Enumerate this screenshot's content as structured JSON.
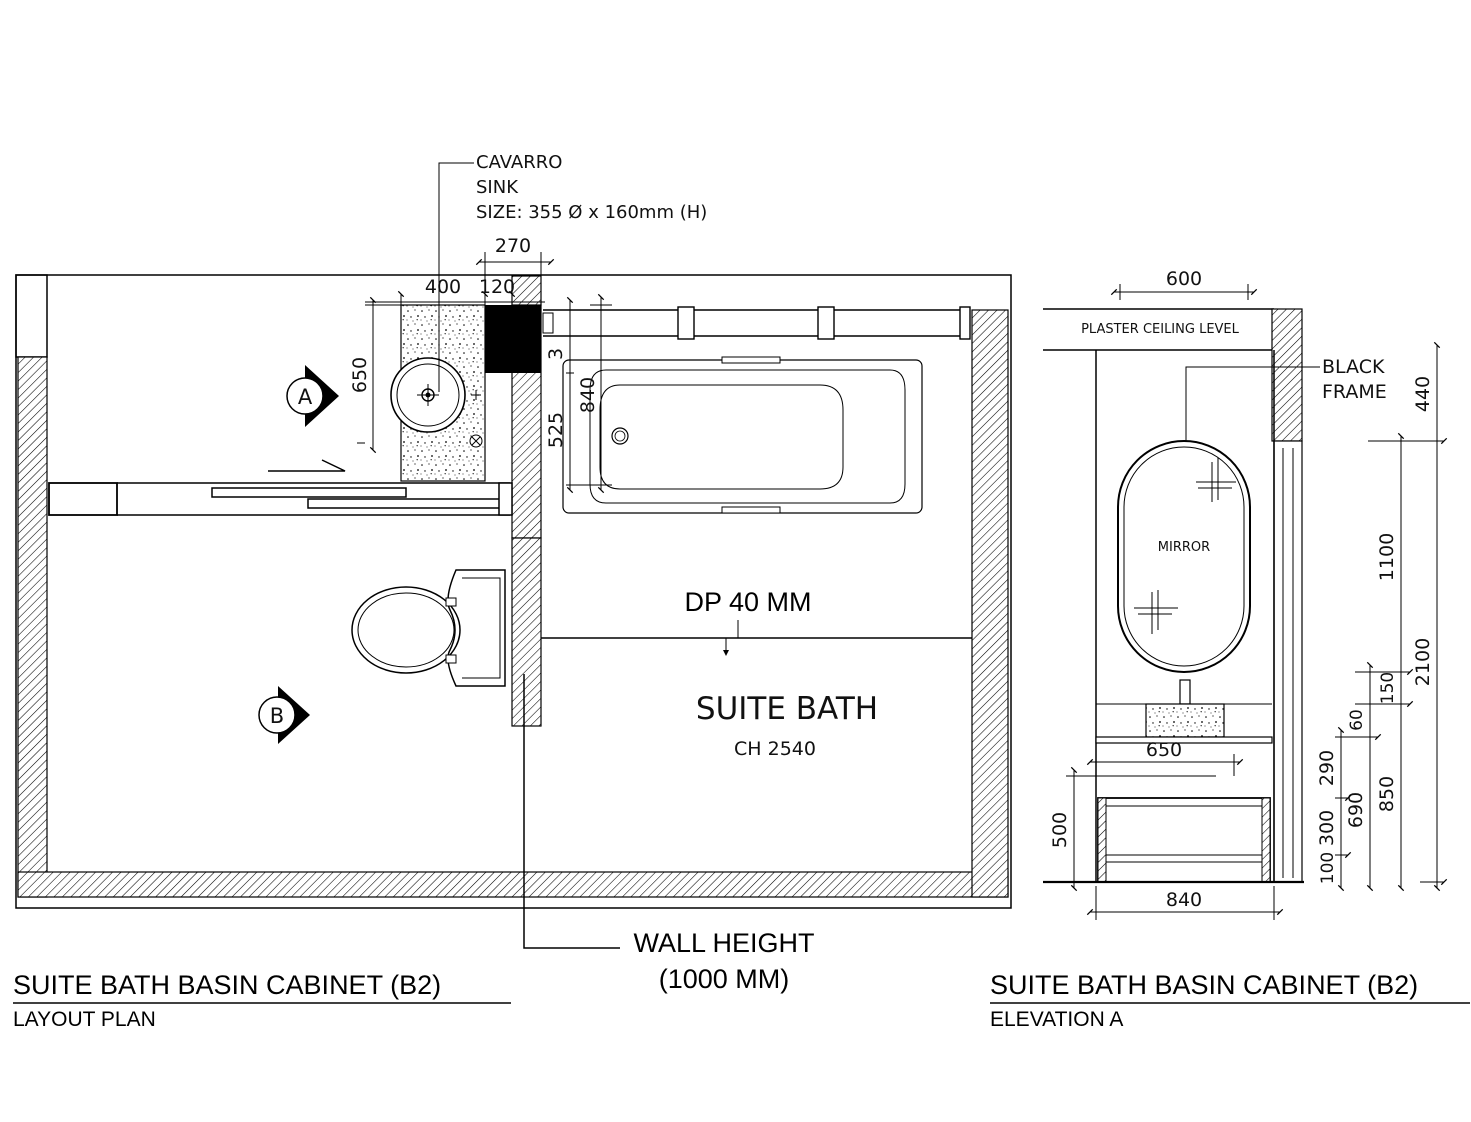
{
  "plan": {
    "title": "SUITE BATH BASIN CABINET (B2)",
    "subtitle": "LAYOUT PLAN",
    "sink_note": [
      "CAVARRO",
      "SINK",
      "SIZE: 355 Ø x 160mm (H)"
    ],
    "dims": {
      "d270": "270",
      "d400": "400",
      "d120": "120",
      "d650": "650",
      "d3": "3",
      "d840": "840",
      "d525": "525"
    },
    "markers": {
      "a": "A",
      "b": "B"
    },
    "dp_label": "DP 40 MM",
    "room_name": "SUITE BATH",
    "room_ch": "CH 2540",
    "wall_note": [
      "WALL HEIGHT",
      "(1000 MM)"
    ]
  },
  "elevation": {
    "title": "SUITE BATH BASIN CABINET (B2)",
    "subtitle": "ELEVATION A",
    "ceiling_label": "PLASTER CEILING LEVEL",
    "frame_note": [
      "BLACK",
      "FRAME"
    ],
    "mirror_label": "MIRROR",
    "dims": {
      "d600": "600",
      "d440": "440",
      "d1100": "1100",
      "d2100": "2100",
      "d150": "150",
      "d60": "60",
      "d290": "290",
      "d300": "300",
      "d690": "690",
      "d850": "850",
      "d100": "100",
      "d650": "650",
      "d500": "500",
      "d840": "840"
    }
  }
}
